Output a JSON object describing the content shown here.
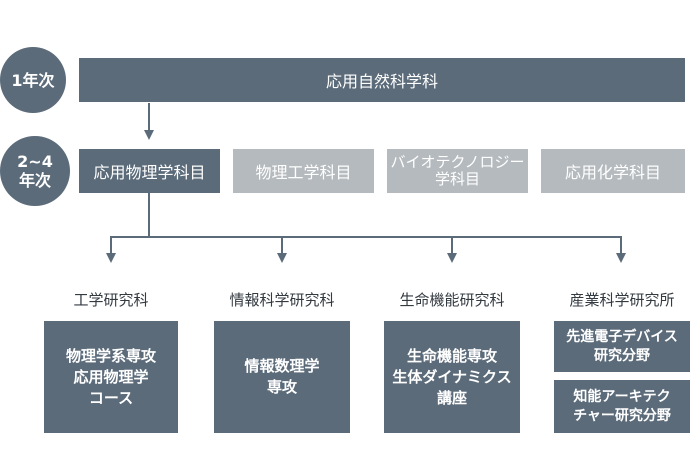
{
  "levels": {
    "year1": "1年次",
    "year2_4": "2~4\n年次"
  },
  "top": {
    "department": "応用自然科学科"
  },
  "courses": {
    "applied_physics": "応用物理学科目",
    "physical_engineering": "物理工学科目",
    "biotechnology": "バイオテクノロジー\n学科目",
    "applied_chemistry": "応用化学科目"
  },
  "graduate": [
    {
      "heading": "工学研究科",
      "programs": [
        "物理学系専攻\n応用物理学\nコース"
      ]
    },
    {
      "heading": "情報科学研究科",
      "programs": [
        "情報数理学\n専攻"
      ]
    },
    {
      "heading": "生命機能研究科",
      "programs": [
        "生命機能専攻\n生体ダイナミクス\n講座"
      ]
    },
    {
      "heading": "産業科学研究所",
      "programs": [
        "先進電子デバイス\n研究分野",
        "知能アーキテク\nチャー研究分野"
      ]
    }
  ],
  "colors": {
    "dark": "#5b6b7a",
    "light": "#b5babe",
    "line": "#5b6b7a"
  }
}
